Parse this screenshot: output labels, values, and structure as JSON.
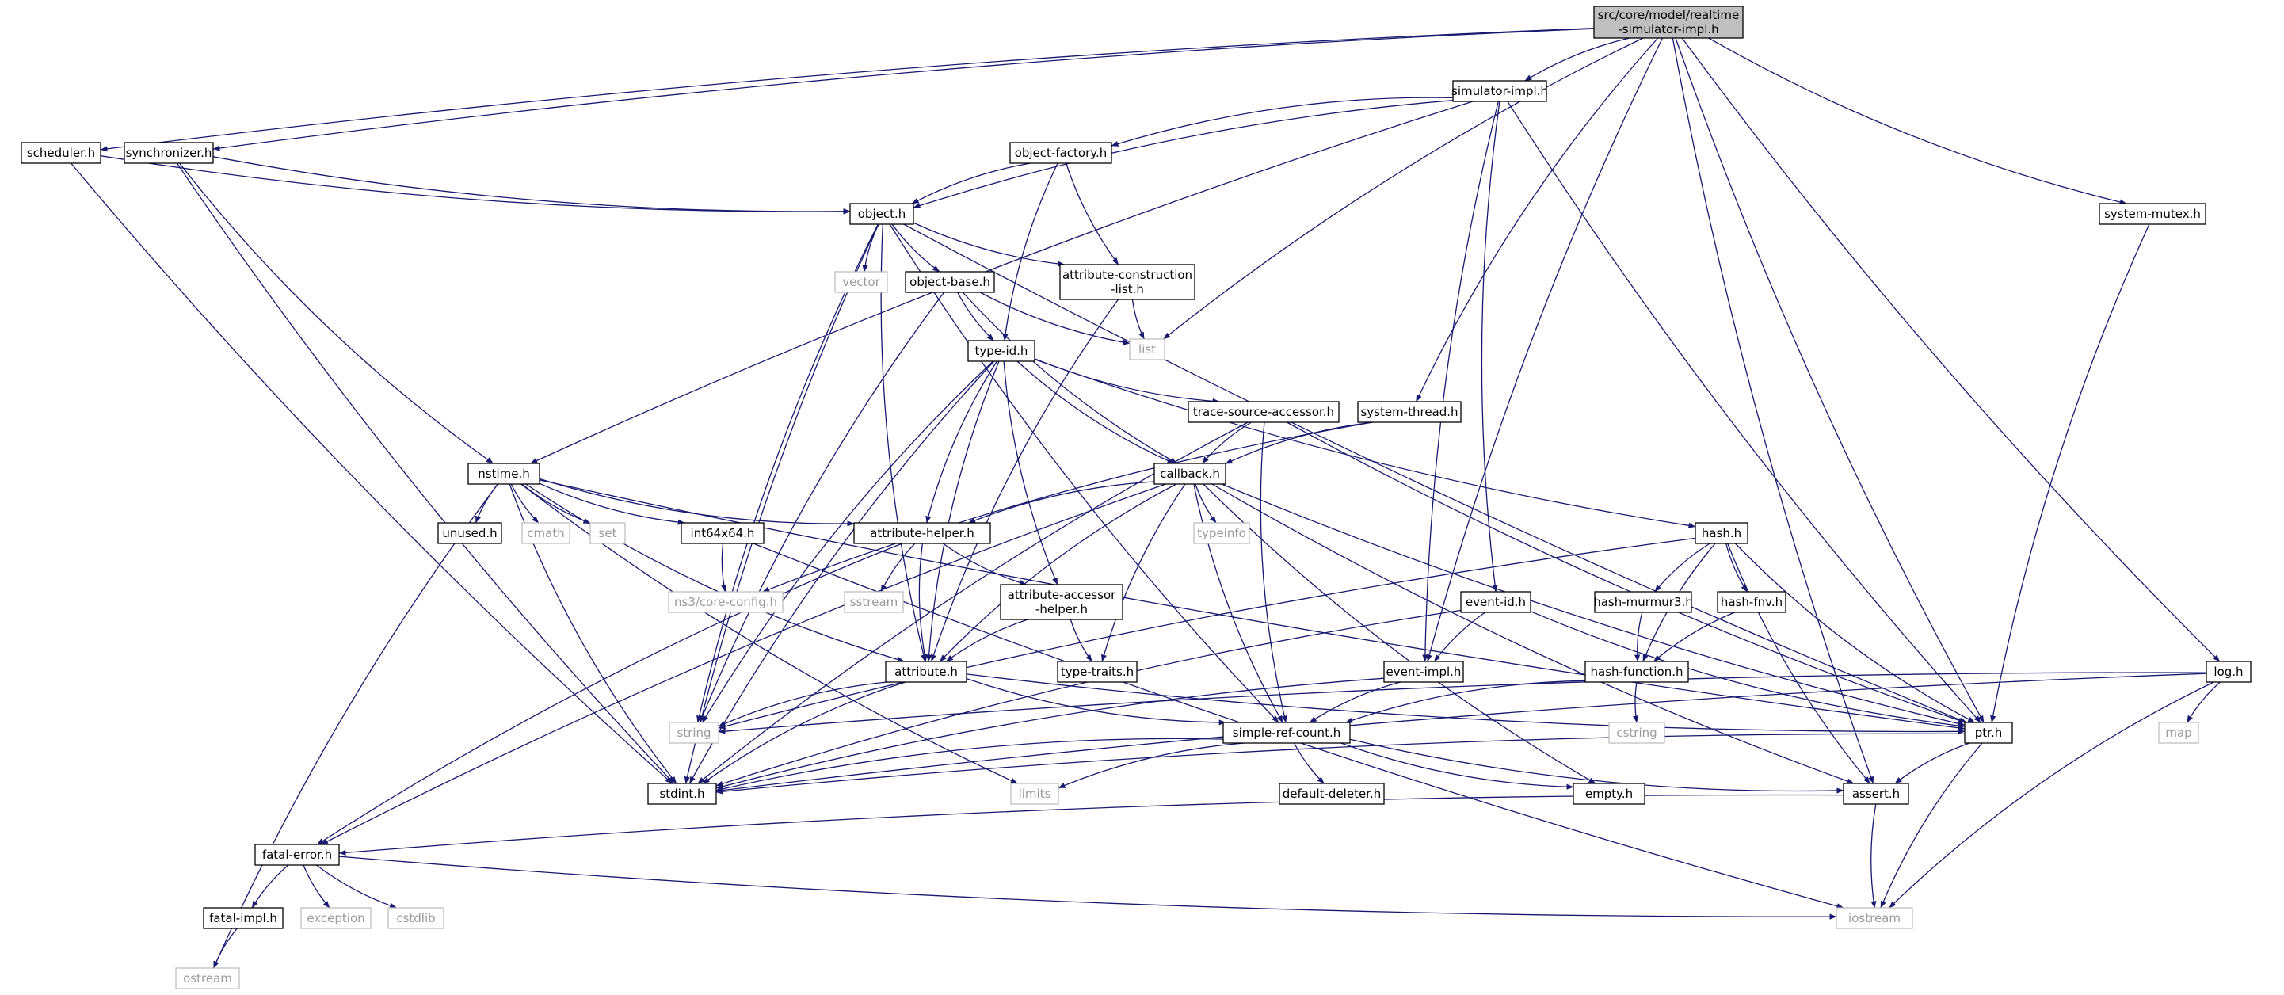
{
  "diagram": {
    "type": "include-dependency-graph",
    "colors": {
      "edge": "#191970",
      "root_fill": "#bfbfbf",
      "node_border": "#000000",
      "external_border": "#bfbfbf",
      "text": "#000000",
      "external_text": "#9a9a9a"
    },
    "nodes": [
      {
        "id": "root",
        "label": "src/core/model/realtime\n-simulator-impl.h",
        "kind": "root"
      },
      {
        "id": "simimpl",
        "label": "simulator-impl.h",
        "kind": "internal"
      },
      {
        "id": "scheduler",
        "label": "scheduler.h",
        "kind": "internal"
      },
      {
        "id": "synchronizer",
        "label": "synchronizer.h",
        "kind": "internal"
      },
      {
        "id": "objfactory",
        "label": "object-factory.h",
        "kind": "internal"
      },
      {
        "id": "object",
        "label": "object.h",
        "kind": "internal"
      },
      {
        "id": "sysmutex",
        "label": "system-mutex.h",
        "kind": "internal"
      },
      {
        "id": "vector",
        "label": "vector",
        "kind": "external"
      },
      {
        "id": "objbase",
        "label": "object-base.h",
        "kind": "internal"
      },
      {
        "id": "attrcons",
        "label": "attribute-construction\n-list.h",
        "kind": "internal"
      },
      {
        "id": "list",
        "label": "list",
        "kind": "external"
      },
      {
        "id": "typeid",
        "label": "type-id.h",
        "kind": "internal"
      },
      {
        "id": "tracesrc",
        "label": "trace-source-accessor.h",
        "kind": "internal"
      },
      {
        "id": "systhread",
        "label": "system-thread.h",
        "kind": "internal"
      },
      {
        "id": "nstime",
        "label": "nstime.h",
        "kind": "internal"
      },
      {
        "id": "callback",
        "label": "callback.h",
        "kind": "internal"
      },
      {
        "id": "unused",
        "label": "unused.h",
        "kind": "internal"
      },
      {
        "id": "cmath",
        "label": "cmath",
        "kind": "external"
      },
      {
        "id": "set",
        "label": "set",
        "kind": "external"
      },
      {
        "id": "int64",
        "label": "int64x64.h",
        "kind": "internal"
      },
      {
        "id": "attrhelper",
        "label": "attribute-helper.h",
        "kind": "internal"
      },
      {
        "id": "typeinfo",
        "label": "typeinfo",
        "kind": "external"
      },
      {
        "id": "hash",
        "label": "hash.h",
        "kind": "internal"
      },
      {
        "id": "coreconfig",
        "label": "ns3/core-config.h",
        "kind": "external"
      },
      {
        "id": "sstream",
        "label": "sstream",
        "kind": "external"
      },
      {
        "id": "attraccessor",
        "label": "attribute-accessor\n-helper.h",
        "kind": "internal"
      },
      {
        "id": "eventid",
        "label": "event-id.h",
        "kind": "internal"
      },
      {
        "id": "murmur",
        "label": "hash-murmur3.h",
        "kind": "internal"
      },
      {
        "id": "fnv",
        "label": "hash-fnv.h",
        "kind": "internal"
      },
      {
        "id": "attribute",
        "label": "attribute.h",
        "kind": "internal"
      },
      {
        "id": "typetraits",
        "label": "type-traits.h",
        "kind": "internal"
      },
      {
        "id": "eventimpl",
        "label": "event-impl.h",
        "kind": "internal"
      },
      {
        "id": "hashfunc",
        "label": "hash-function.h",
        "kind": "internal"
      },
      {
        "id": "log",
        "label": "log.h",
        "kind": "internal"
      },
      {
        "id": "string",
        "label": "string",
        "kind": "external"
      },
      {
        "id": "cstring",
        "label": "cstring",
        "kind": "external"
      },
      {
        "id": "map",
        "label": "map",
        "kind": "external"
      },
      {
        "id": "simplerefcount",
        "label": "simple-ref-count.h",
        "kind": "internal"
      },
      {
        "id": "ptr",
        "label": "ptr.h",
        "kind": "internal"
      },
      {
        "id": "stdint",
        "label": "stdint.h",
        "kind": "internal"
      },
      {
        "id": "limits",
        "label": "limits",
        "kind": "external"
      },
      {
        "id": "deleter",
        "label": "default-deleter.h",
        "kind": "internal"
      },
      {
        "id": "empty",
        "label": "empty.h",
        "kind": "internal"
      },
      {
        "id": "assert",
        "label": "assert.h",
        "kind": "internal"
      },
      {
        "id": "fatalerror",
        "label": "fatal-error.h",
        "kind": "internal"
      },
      {
        "id": "fatalimpl",
        "label": "fatal-impl.h",
        "kind": "internal"
      },
      {
        "id": "exception",
        "label": "exception",
        "kind": "external"
      },
      {
        "id": "cstdlib",
        "label": "cstdlib",
        "kind": "external"
      },
      {
        "id": "iostream",
        "label": "iostream",
        "kind": "external"
      },
      {
        "id": "ostream",
        "label": "ostream",
        "kind": "external"
      }
    ],
    "edges": [
      [
        "root",
        "simimpl"
      ],
      [
        "root",
        "scheduler"
      ],
      [
        "root",
        "synchronizer"
      ],
      [
        "root",
        "list"
      ],
      [
        "root",
        "systhread"
      ],
      [
        "root",
        "ptr"
      ],
      [
        "root",
        "sysmutex"
      ],
      [
        "root",
        "log"
      ],
      [
        "root",
        "assert"
      ],
      [
        "root",
        "eventimpl"
      ],
      [
        "simimpl",
        "object"
      ],
      [
        "simimpl",
        "objfactory"
      ],
      [
        "simimpl",
        "nstime"
      ],
      [
        "simimpl",
        "eventimpl"
      ],
      [
        "simimpl",
        "eventid"
      ],
      [
        "simimpl",
        "ptr"
      ],
      [
        "scheduler",
        "object"
      ],
      [
        "scheduler",
        "stdint"
      ],
      [
        "synchronizer",
        "object"
      ],
      [
        "synchronizer",
        "nstime"
      ],
      [
        "synchronizer",
        "stdint"
      ],
      [
        "objfactory",
        "object"
      ],
      [
        "objfactory",
        "attrcons"
      ],
      [
        "objfactory",
        "typeid"
      ],
      [
        "object",
        "vector"
      ],
      [
        "object",
        "objbase"
      ],
      [
        "object",
        "attrcons"
      ],
      [
        "object",
        "ptr"
      ],
      [
        "object",
        "simplerefcount"
      ],
      [
        "object",
        "attribute"
      ],
      [
        "object",
        "string"
      ],
      [
        "object",
        "stdint"
      ],
      [
        "sysmutex",
        "ptr"
      ],
      [
        "objbase",
        "typeid"
      ],
      [
        "objbase",
        "callback"
      ],
      [
        "objbase",
        "list"
      ],
      [
        "objbase",
        "string"
      ],
      [
        "attrcons",
        "list"
      ],
      [
        "attrcons",
        "attribute"
      ],
      [
        "typeid",
        "tracesrc"
      ],
      [
        "typeid",
        "callback"
      ],
      [
        "typeid",
        "hash"
      ],
      [
        "typeid",
        "attrhelper"
      ],
      [
        "typeid",
        "attraccessor"
      ],
      [
        "typeid",
        "attribute"
      ],
      [
        "typeid",
        "string"
      ],
      [
        "typeid",
        "stdint"
      ],
      [
        "tracesrc",
        "callback"
      ],
      [
        "tracesrc",
        "simplerefcount"
      ],
      [
        "tracesrc",
        "ptr"
      ],
      [
        "tracesrc",
        "stdint"
      ],
      [
        "systhread",
        "callback"
      ],
      [
        "systhread",
        "coreconfig"
      ],
      [
        "nstime",
        "unused"
      ],
      [
        "nstime",
        "cmath"
      ],
      [
        "nstime",
        "set"
      ],
      [
        "nstime",
        "int64"
      ],
      [
        "nstime",
        "attrhelper"
      ],
      [
        "nstime",
        "attribute"
      ],
      [
        "nstime",
        "ostream"
      ],
      [
        "nstime",
        "stdint"
      ],
      [
        "nstime",
        "limits"
      ],
      [
        "nstime",
        "ptr"
      ],
      [
        "callback",
        "attrhelper"
      ],
      [
        "callback",
        "typeinfo"
      ],
      [
        "callback",
        "typetraits"
      ],
      [
        "callback",
        "attribute"
      ],
      [
        "callback",
        "simplerefcount"
      ],
      [
        "callback",
        "ptr"
      ],
      [
        "callback",
        "fatalerror"
      ],
      [
        "callback",
        "empty"
      ],
      [
        "callback",
        "assert"
      ],
      [
        "int64",
        "coreconfig"
      ],
      [
        "int64",
        "iostream"
      ],
      [
        "attrhelper",
        "sstream"
      ],
      [
        "attrhelper",
        "attraccessor"
      ],
      [
        "attrhelper",
        "attribute"
      ],
      [
        "attrhelper",
        "fatalerror"
      ],
      [
        "hash",
        "murmur"
      ],
      [
        "hash",
        "fnv"
      ],
      [
        "hash",
        "hashfunc"
      ],
      [
        "hash",
        "string"
      ],
      [
        "hash",
        "ptr"
      ],
      [
        "hash",
        "assert"
      ],
      [
        "attraccessor",
        "typetraits"
      ],
      [
        "attraccessor",
        "attribute"
      ],
      [
        "eventid",
        "eventimpl"
      ],
      [
        "eventid",
        "ptr"
      ],
      [
        "eventid",
        "stdint"
      ],
      [
        "murmur",
        "hashfunc"
      ],
      [
        "fnv",
        "hashfunc"
      ],
      [
        "attribute",
        "string"
      ],
      [
        "attribute",
        "simplerefcount"
      ],
      [
        "attribute",
        "ptr"
      ],
      [
        "attribute",
        "stdint"
      ],
      [
        "eventimpl",
        "simplerefcount"
      ],
      [
        "eventimpl",
        "stdint"
      ],
      [
        "hashfunc",
        "cstring"
      ],
      [
        "hashfunc",
        "simplerefcount"
      ],
      [
        "log",
        "string"
      ],
      [
        "log",
        "map"
      ],
      [
        "log",
        "iostream"
      ],
      [
        "log",
        "stdint"
      ],
      [
        "simplerefcount",
        "deleter"
      ],
      [
        "simplerefcount",
        "empty"
      ],
      [
        "simplerefcount",
        "assert"
      ],
      [
        "simplerefcount",
        "limits"
      ],
      [
        "simplerefcount",
        "stdint"
      ],
      [
        "ptr",
        "assert"
      ],
      [
        "ptr",
        "iostream"
      ],
      [
        "ptr",
        "stdint"
      ],
      [
        "assert",
        "fatalerror"
      ],
      [
        "assert",
        "iostream"
      ],
      [
        "fatalerror",
        "fatalimpl"
      ],
      [
        "fatalerror",
        "exception"
      ],
      [
        "fatalerror",
        "cstdlib"
      ],
      [
        "fatalerror",
        "iostream"
      ],
      [
        "fatalimpl",
        "ostream"
      ]
    ]
  }
}
